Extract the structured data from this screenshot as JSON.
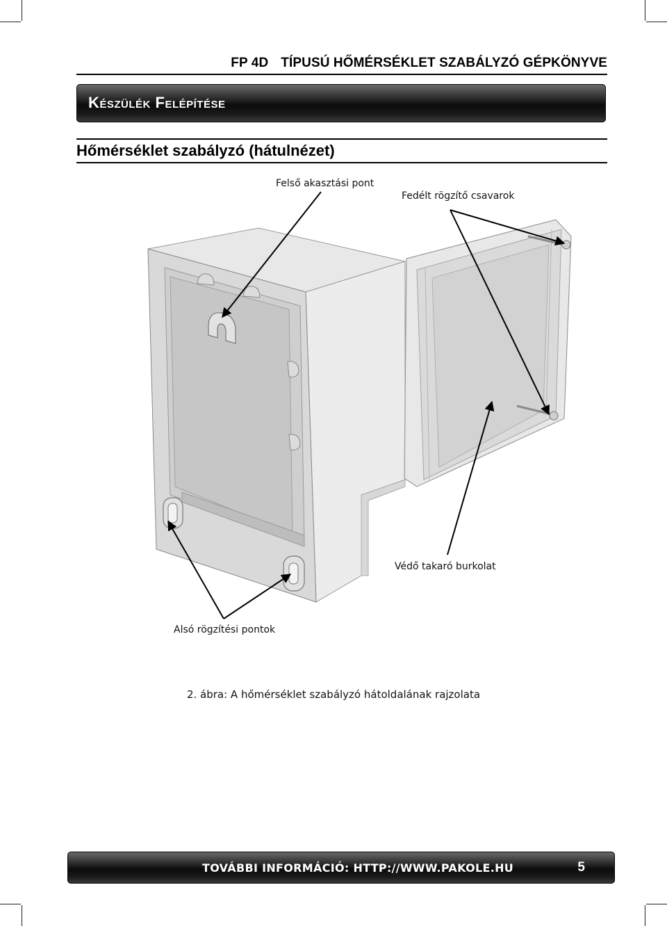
{
  "header": {
    "model": "FP 4D",
    "title": "TÍPUSÚ HŐMÉRSÉKLET SZABÁLYZÓ GÉPKÖNYVE"
  },
  "section": {
    "title": "Készülék Felépítése"
  },
  "subheading": "Hőmérséklet szabályzó (hátulnézet)",
  "figure": {
    "callouts": {
      "top_hanger": "Felső akasztási pont",
      "covered_screws": "Fedélt rögzítő csavarok",
      "protective_cover": "Védő takaró burkolat",
      "bottom_mounts": "Alsó rögzítési pontok"
    },
    "caption": "2. ábra: A hőmérséklet szabályzó hátoldalának rajzolata"
  },
  "footer": {
    "info": "TOVÁBBI INFORMÁCIÓ: HTTP://WWW.PAKOLE.HU",
    "page_number": "5"
  }
}
